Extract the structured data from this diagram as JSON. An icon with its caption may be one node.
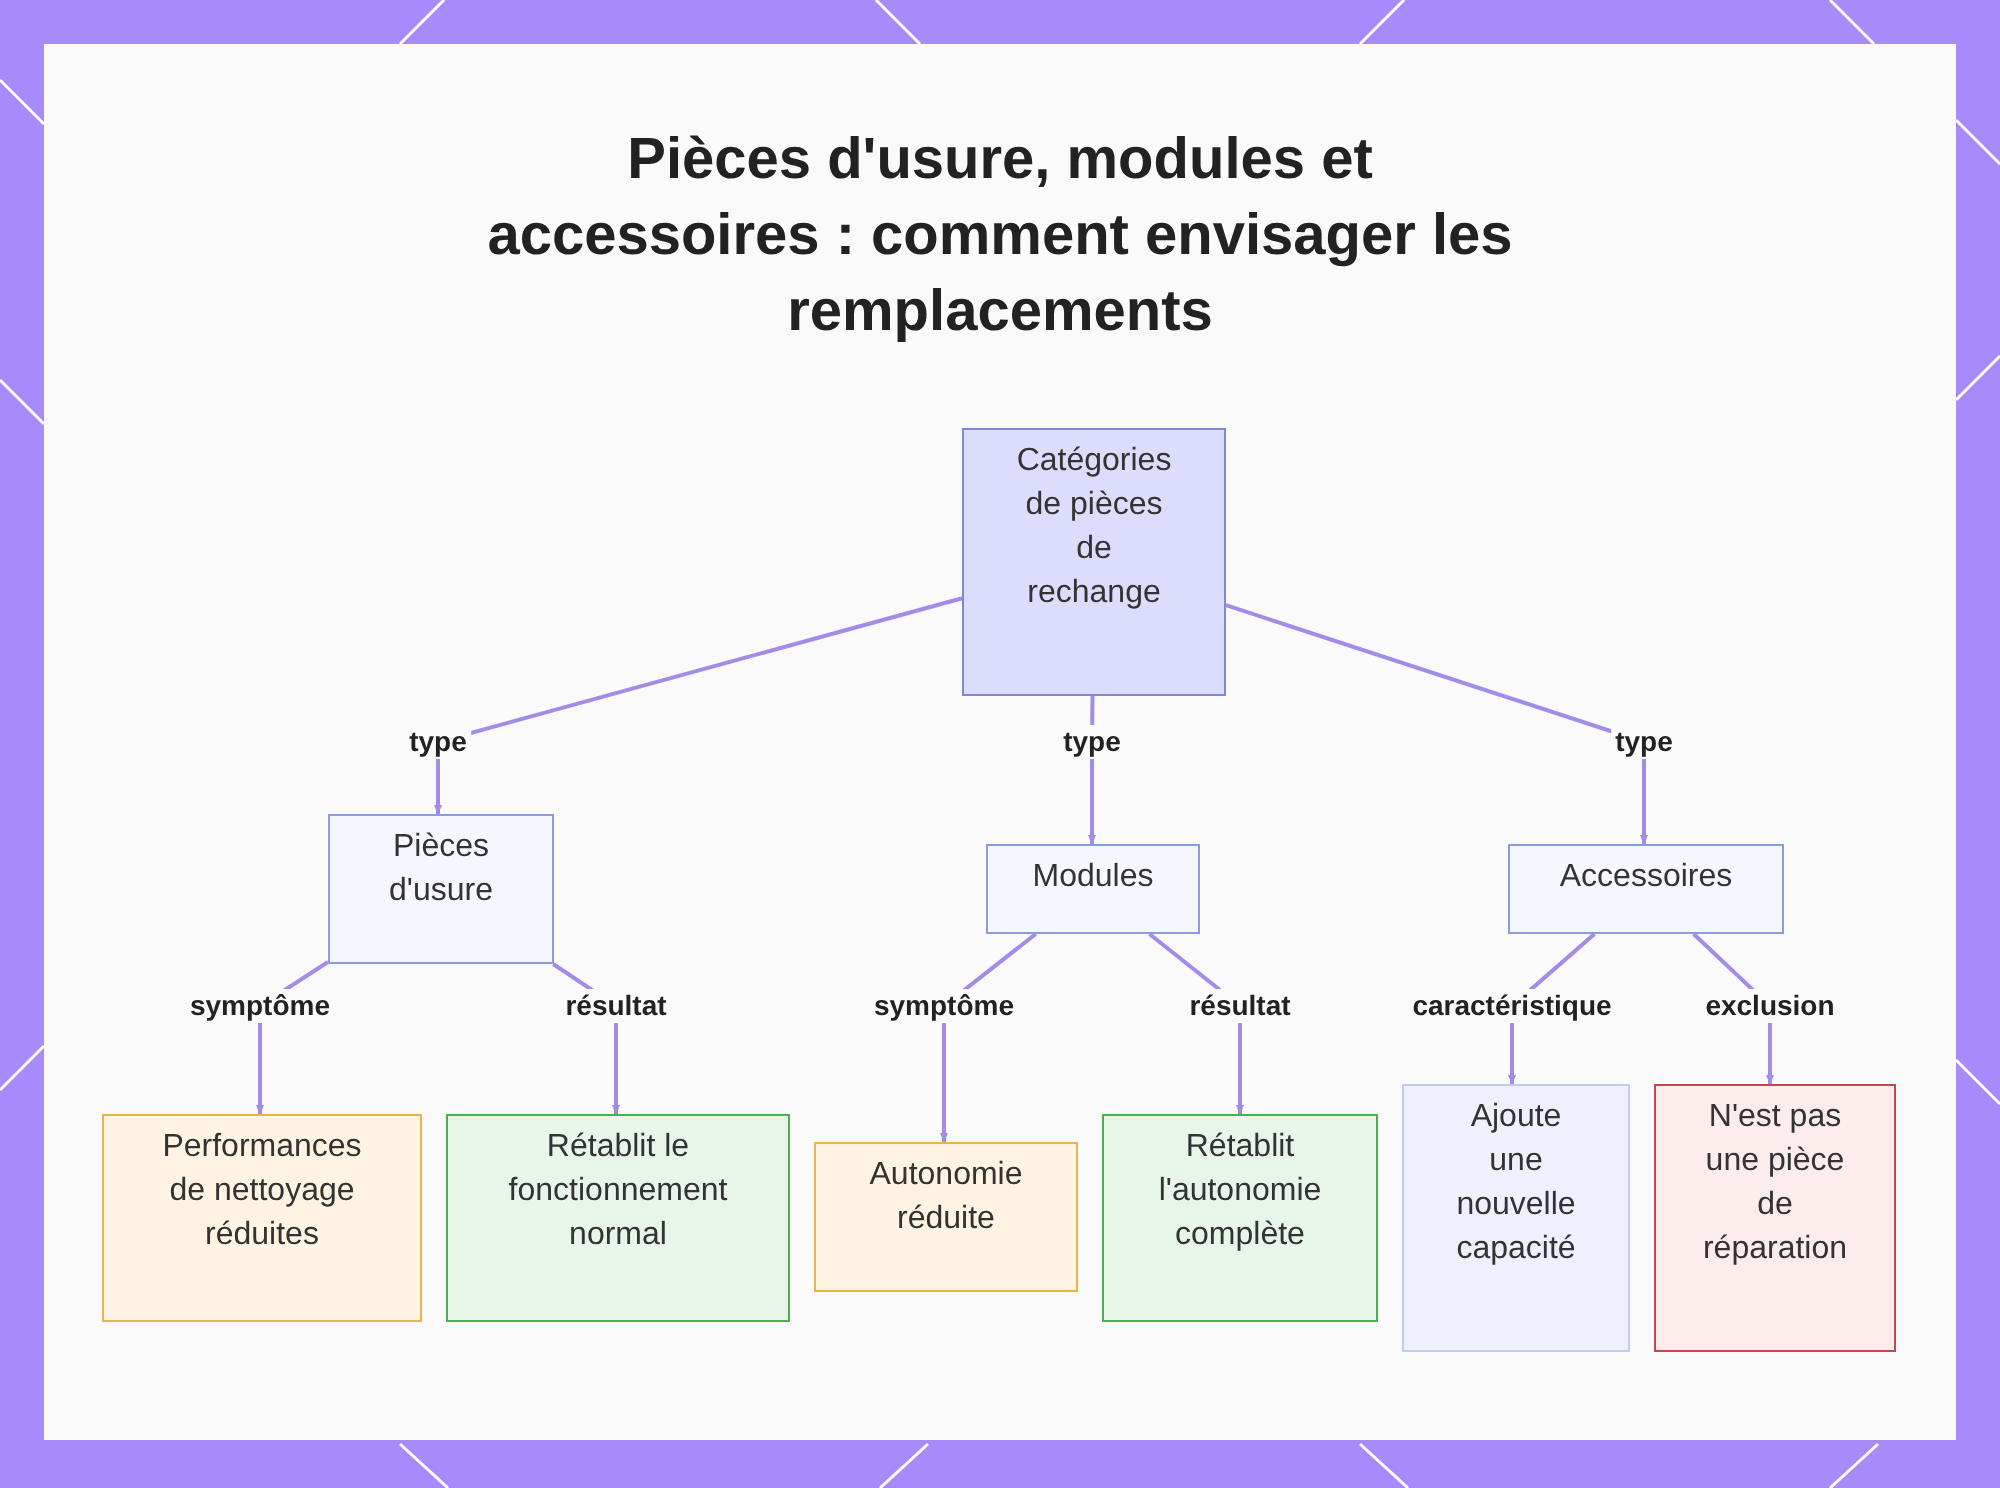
{
  "diagram": {
    "title": "Pièces d'usure, modules et accessoires : comment envisager les remplacements",
    "nodes": [
      {
        "text": [
          "Catégories de pièces de rechange"
        ]
      },
      {
        "text": [
          "Pièces d'usure"
        ]
      },
      {
        "text": [
          "Modules"
        ]
      },
      {
        "text": [
          "Accessoires"
        ]
      },
      {
        "text": [
          "Performances de nettoyage réduites"
        ]
      },
      {
        "text": [
          "Rétablit le fonctionnement normal"
        ]
      },
      {
        "text": [
          "Autonomie réduite"
        ]
      },
      {
        "text": [
          "Rétablit l'autonomie complète"
        ]
      },
      {
        "text": [
          "Ajoute une nouvelle capacité"
        ]
      },
      {
        "text": [
          "N'est pas une pièce de réparation"
        ]
      }
    ],
    "edges": [
      {
        "from": 0,
        "to": 1,
        "arrow": "to",
        "label": "type"
      },
      {
        "from": 0,
        "to": 2,
        "arrow": "to",
        "label": "type"
      },
      {
        "from": 0,
        "to": 3,
        "arrow": "to",
        "label": "type"
      },
      {
        "from": 1,
        "to": 4,
        "arrow": "to",
        "label": "symptôme"
      },
      {
        "from": 1,
        "to": 5,
        "arrow": "to",
        "label": "résultat"
      },
      {
        "from": 2,
        "to": 6,
        "arrow": "to",
        "label": "symptôme"
      },
      {
        "from": 2,
        "to": 7,
        "arrow": "to",
        "label": "résultat"
      },
      {
        "from": 3,
        "to": 8,
        "arrow": "to",
        "label": "caractéristique"
      },
      {
        "from": 3,
        "to": 9,
        "arrow": "to",
        "label": "exclusion"
      }
    ]
  }
}
